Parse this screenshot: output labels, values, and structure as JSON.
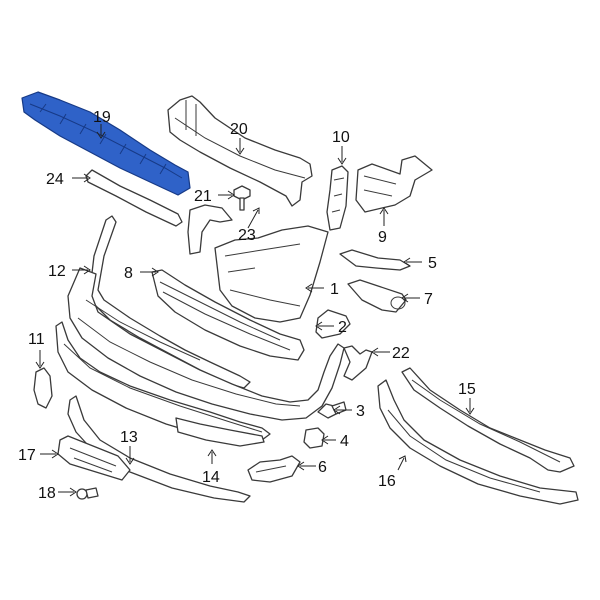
{
  "diagram": {
    "highlight_color": "#2f62c8",
    "labels": [
      "19",
      "20",
      "10",
      "24",
      "21",
      "23",
      "9",
      "12",
      "8",
      "5",
      "1",
      "7",
      "11",
      "2",
      "22",
      "3",
      "15",
      "4",
      "13",
      "17",
      "14",
      "6",
      "16",
      "18"
    ]
  }
}
